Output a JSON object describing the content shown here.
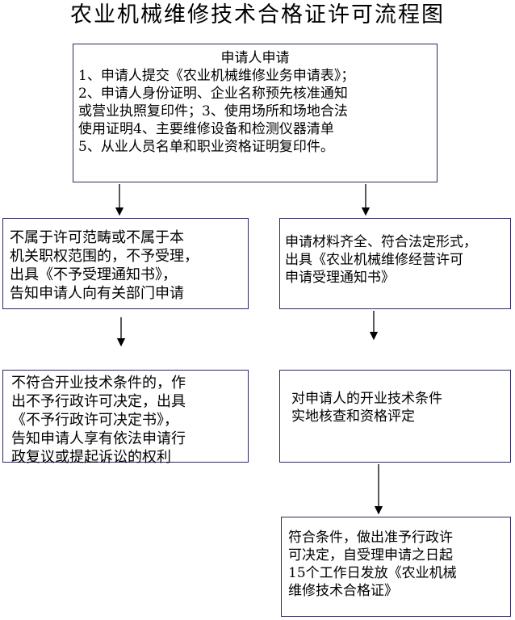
{
  "title": "农业机械维修技术合格证许可流程图",
  "boxes": {
    "apply": {
      "lines": [
        "申请人申请",
        "1、申请人提交《农业机械维修业务申请表》；",
        "2、申请人身份证明、企业名称预先核准通知",
        "或营业执照复印件；3、使用场所和场地合法",
        "使用证明4、主要维修设备和检测仪器清单",
        "5、从业人员名单和职业资格证明复印件。"
      ]
    },
    "reject": {
      "lines": [
        "不属于许可范畴或不属于本",
        "机关职权范围的，不予受理，",
        "出具《不予受理通知书》，",
        "告知申请人向有关部门申请"
      ]
    },
    "accept": {
      "lines": [
        "申请材料齐全、符合法定形式，",
        "出具《农业机械维修经营许可",
        "申请受理通知书》"
      ]
    },
    "deny": {
      "lines": [
        "不符合开业技术条件的，作",
        "出不予行政许可决定，出具",
        "《不予行政许可决定书》，",
        "告知申请人享有依法申请行",
        "政复议或提起诉讼的权利"
      ]
    },
    "inspect": {
      "lines": [
        "对申请人的开业技术条件",
        "实地核查和资格评定"
      ]
    },
    "grant": {
      "lines": [
        "符合条件，做出准予行政许",
        "可决定，自受理申请之日起",
        "15个工作日发放《农业机械",
        "维修技术合格证》"
      ]
    }
  }
}
